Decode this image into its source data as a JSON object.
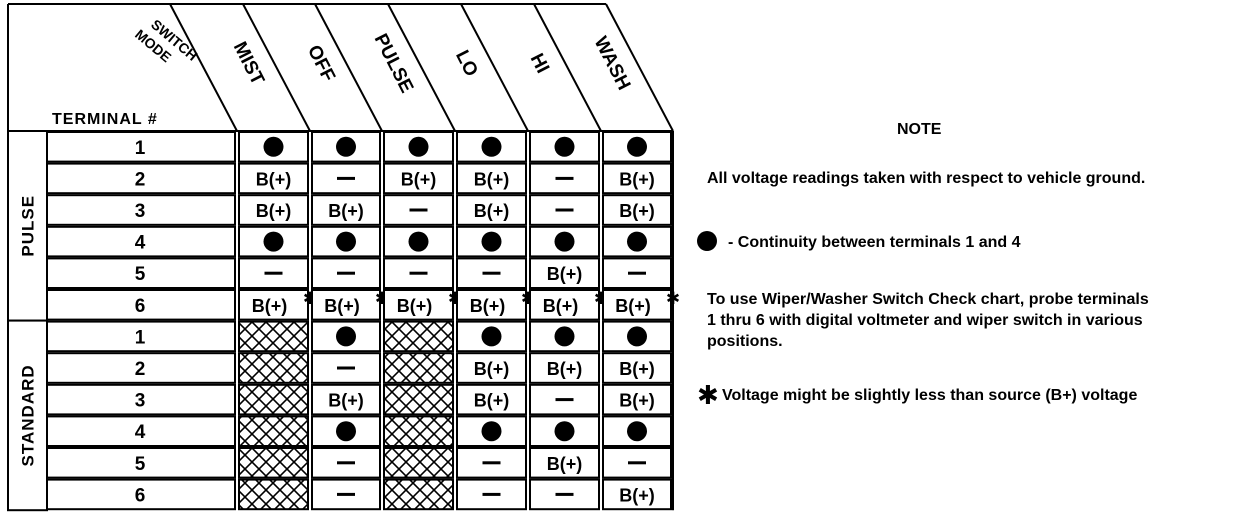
{
  "header": {
    "switch_mode": [
      "SWITCH",
      "MODE"
    ],
    "terminal": "TERMINAL #"
  },
  "columns": [
    "MIST",
    "OFF",
    "PULSE",
    "LO",
    "HI",
    "WASH"
  ],
  "groups": [
    {
      "label": "PULSE",
      "rows": [
        {
          "terminal": "1",
          "cells": [
            "dot",
            "dot",
            "dot",
            "dot",
            "dot",
            "dot"
          ]
        },
        {
          "terminal": "2",
          "cells": [
            "B(+)",
            "—",
            "B(+)",
            "B(+)",
            "—",
            "B(+)"
          ]
        },
        {
          "terminal": "3",
          "cells": [
            "B(+)",
            "B(+)",
            "—",
            "B(+)",
            "—",
            "B(+)"
          ]
        },
        {
          "terminal": "4",
          "cells": [
            "dot",
            "dot",
            "dot",
            "dot",
            "dot",
            "dot"
          ]
        },
        {
          "terminal": "5",
          "cells": [
            "—",
            "—",
            "—",
            "—",
            "B(+)",
            "—"
          ]
        },
        {
          "terminal": "6",
          "cells": [
            "B(+)*",
            "B(+)*",
            "B(+)*",
            "B(+)*",
            "B(+)*",
            "B(+)*"
          ]
        }
      ]
    },
    {
      "label": "STANDARD",
      "rows": [
        {
          "terminal": "1",
          "cells": [
            "x",
            "dot",
            "x",
            "dot",
            "dot",
            "dot"
          ]
        },
        {
          "terminal": "2",
          "cells": [
            "x",
            "—",
            "x",
            "B(+)",
            "B(+)",
            "B(+)"
          ]
        },
        {
          "terminal": "3",
          "cells": [
            "x",
            "B(+)",
            "x",
            "B(+)",
            "—",
            "B(+)"
          ]
        },
        {
          "terminal": "4",
          "cells": [
            "x",
            "dot",
            "x",
            "dot",
            "dot",
            "dot"
          ]
        },
        {
          "terminal": "5",
          "cells": [
            "x",
            "—",
            "x",
            "—",
            "B(+)",
            "—"
          ]
        },
        {
          "terminal": "6",
          "cells": [
            "x",
            "—",
            "x",
            "—",
            "—",
            "B(+)"
          ]
        }
      ]
    }
  ],
  "note": {
    "title": "NOTE",
    "voltage_reference": "All voltage readings taken with respect to vehicle ground.",
    "continuity": "- Continuity between terminals 1 and 4",
    "instructions": [
      "To use Wiper/Washer Switch Check chart, probe terminals",
      "1 thru 6 with digital voltmeter and wiper switch in various",
      "positions."
    ],
    "star_note": "Voltage might be slightly less than source (B+) voltage",
    "star_symbol": "✱"
  }
}
